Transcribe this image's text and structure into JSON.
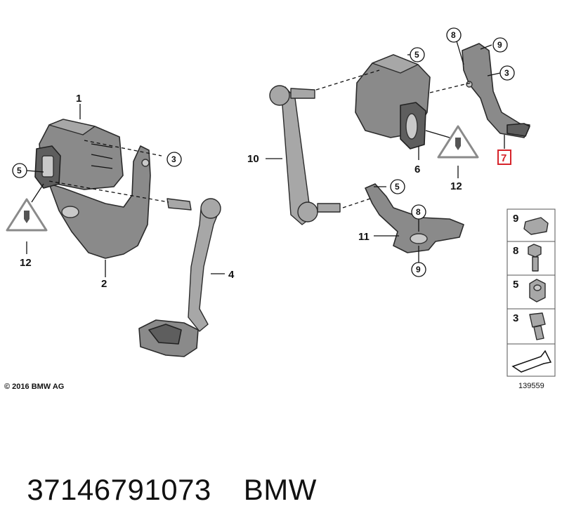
{
  "diagram": {
    "labels": [
      "1",
      "2",
      "3",
      "4",
      "5",
      "6",
      "7",
      "8",
      "9",
      "10",
      "11",
      "12"
    ],
    "highlighted_label": "7",
    "highlight_color": "#d6242b",
    "part_color": "#8a8a8a",
    "copyright": "© 2016 BMW AG",
    "diagram_id": "139559"
  },
  "legend": {
    "items": [
      {
        "num": "9",
        "icon": "clip-nut-icon"
      },
      {
        "num": "8",
        "icon": "hex-bolt-icon"
      },
      {
        "num": "5",
        "icon": "hex-nut-icon"
      },
      {
        "num": "3",
        "icon": "socket-head-screw-icon"
      }
    ],
    "arrow_icon": "direction-arrow-icon"
  },
  "footer": {
    "part_number": "37146791073",
    "brand": "BMW"
  }
}
